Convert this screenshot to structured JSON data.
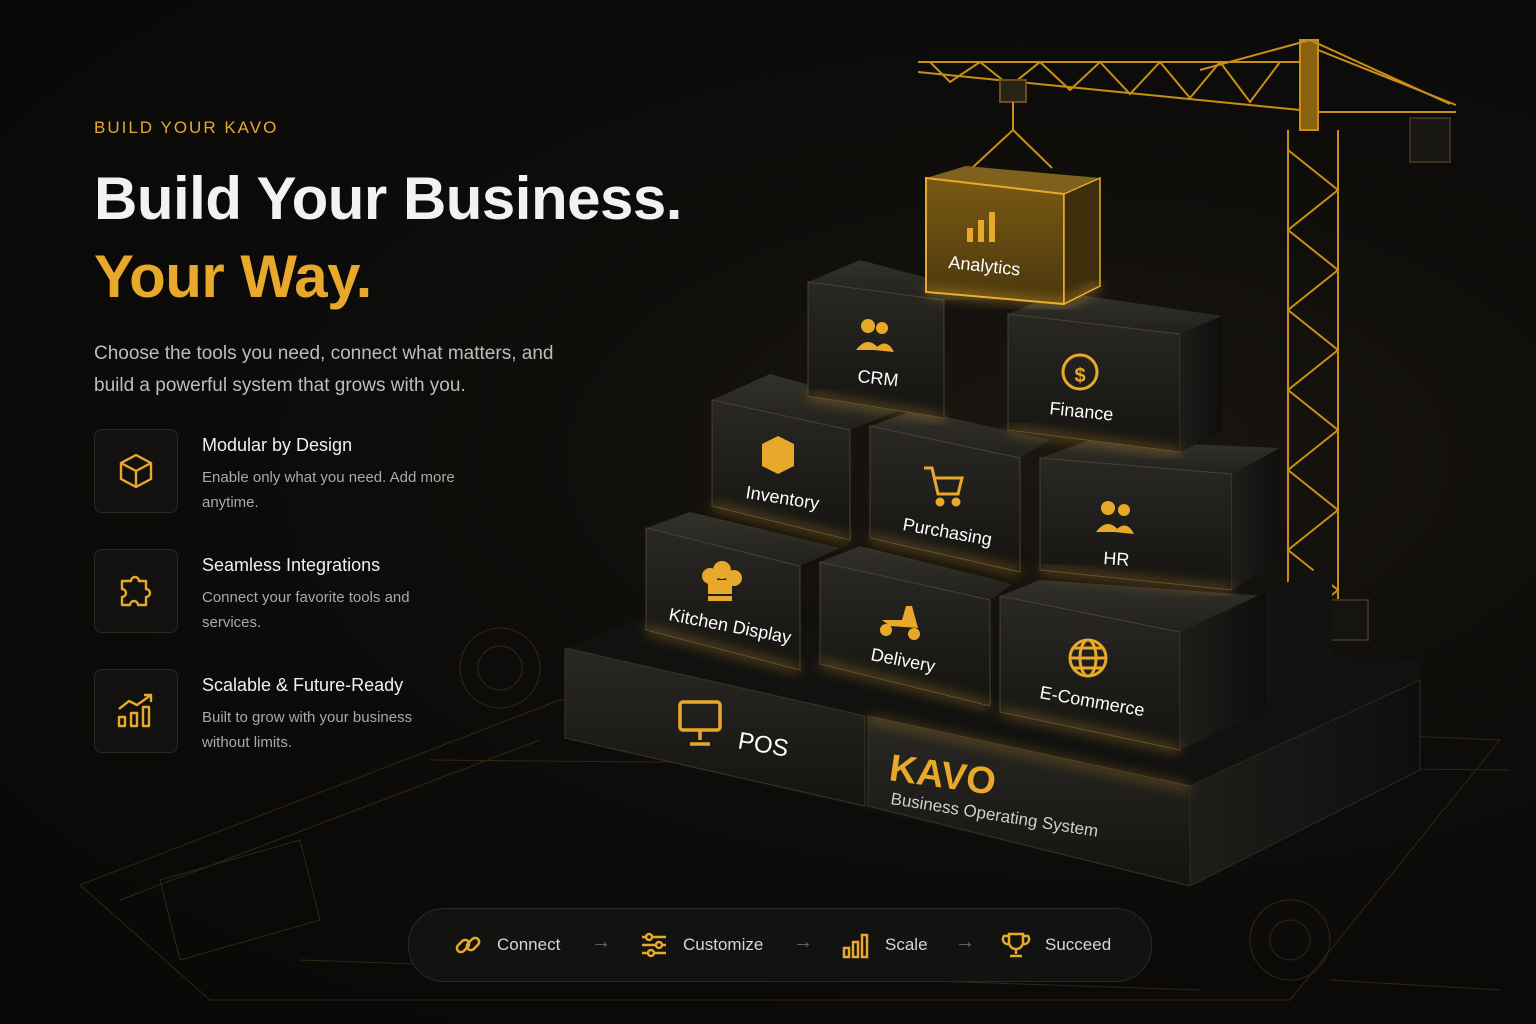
{
  "hero": {
    "eyebrow": "BUILD YOUR KAVO",
    "title_line1": "Build Your Business.",
    "title_line2": "Your Way.",
    "lead": "Choose the tools you need, connect what matters, and build a powerful system that grows with you."
  },
  "features": [
    {
      "icon": "cube-icon",
      "title": "Modular by Design",
      "desc": "Enable only what you need. Add more anytime."
    },
    {
      "icon": "puzzle-icon",
      "title": "Seamless Integrations",
      "desc": "Connect your favorite tools and services."
    },
    {
      "icon": "growth-chart-icon",
      "title": "Scalable & Future-Ready",
      "desc": "Built to grow with your business without limits."
    }
  ],
  "modules": {
    "analytics": "Analytics",
    "crm": "CRM",
    "finance": "Finance",
    "inventory": "Inventory",
    "purchasing": "Purchasing",
    "hr": "HR",
    "kitchen": "Kitchen Display",
    "delivery": "Delivery",
    "ecommerce": "E-Commerce",
    "pos": "POS"
  },
  "brand": {
    "name": "KAVO",
    "tagline": "Business Operating System"
  },
  "steps": [
    {
      "icon": "link-icon",
      "label": "Connect"
    },
    {
      "icon": "sliders-icon",
      "label": "Customize"
    },
    {
      "icon": "bar-chart-icon",
      "label": "Scale"
    },
    {
      "icon": "trophy-icon",
      "label": "Succeed"
    }
  ],
  "colors": {
    "accent": "#e8a92a",
    "background": "#0b0b0a",
    "block": "#1b1a17"
  }
}
